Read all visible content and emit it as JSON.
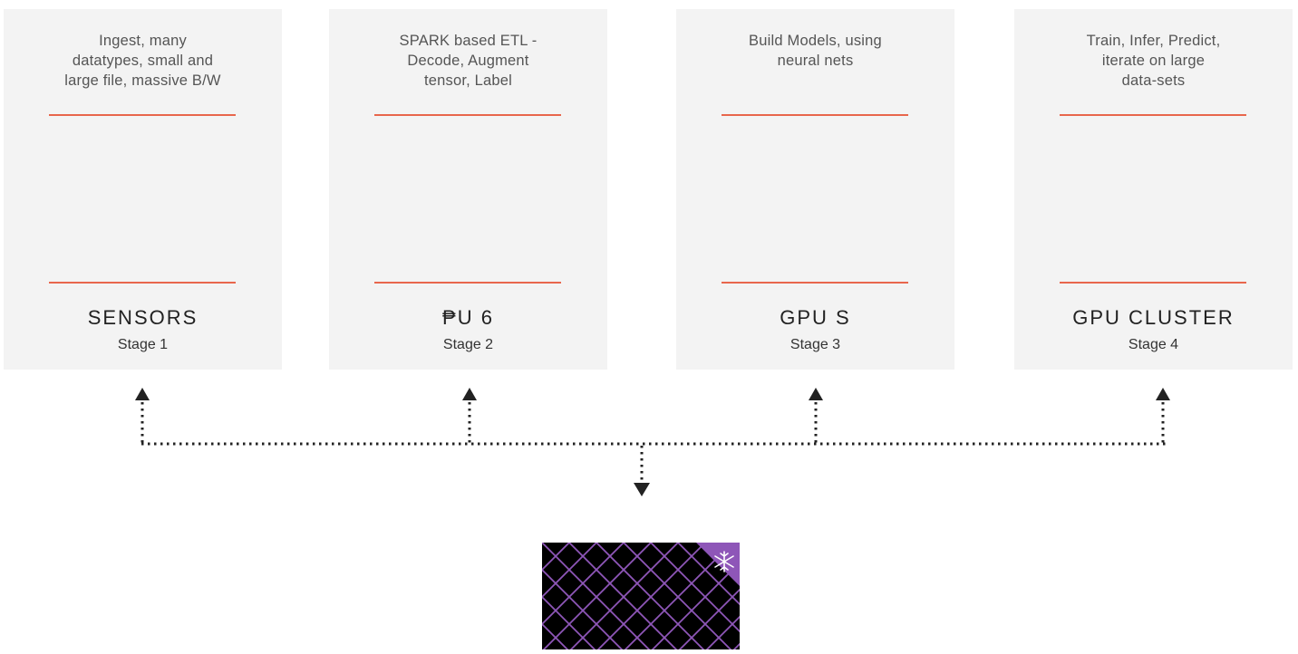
{
  "cards": [
    {
      "desc_lines": [
        "Ingest, many",
        "datatypes, small and",
        "large file, massive B/W"
      ],
      "name": "SENSORS",
      "stage": "Stage 1"
    },
    {
      "desc_lines": [
        "SPARK based ETL -",
        "Decode, Augment",
        "tensor, Label"
      ],
      "name": "₱U 6",
      "stage": "Stage 2"
    },
    {
      "desc_lines": [
        "Build Models, using",
        "neural nets"
      ],
      "name": "GPU S",
      "stage": "Stage 3"
    },
    {
      "desc_lines": [
        "Train, Infer, Predict,",
        "iterate on large",
        "data-sets"
      ],
      "name": "GPU CLUSTER",
      "stage": "Stage 4"
    }
  ],
  "colors": {
    "card_background": "#f3f3f3",
    "accent_rule": "#e8664c",
    "connector": "#222222",
    "logo_line": "#8e56b8",
    "logo_corner": "#8e56b8"
  },
  "icons": {
    "storage_logo": "crosshatch-storage-logo-icon",
    "corner_mark": "snowflake-mark-icon"
  }
}
